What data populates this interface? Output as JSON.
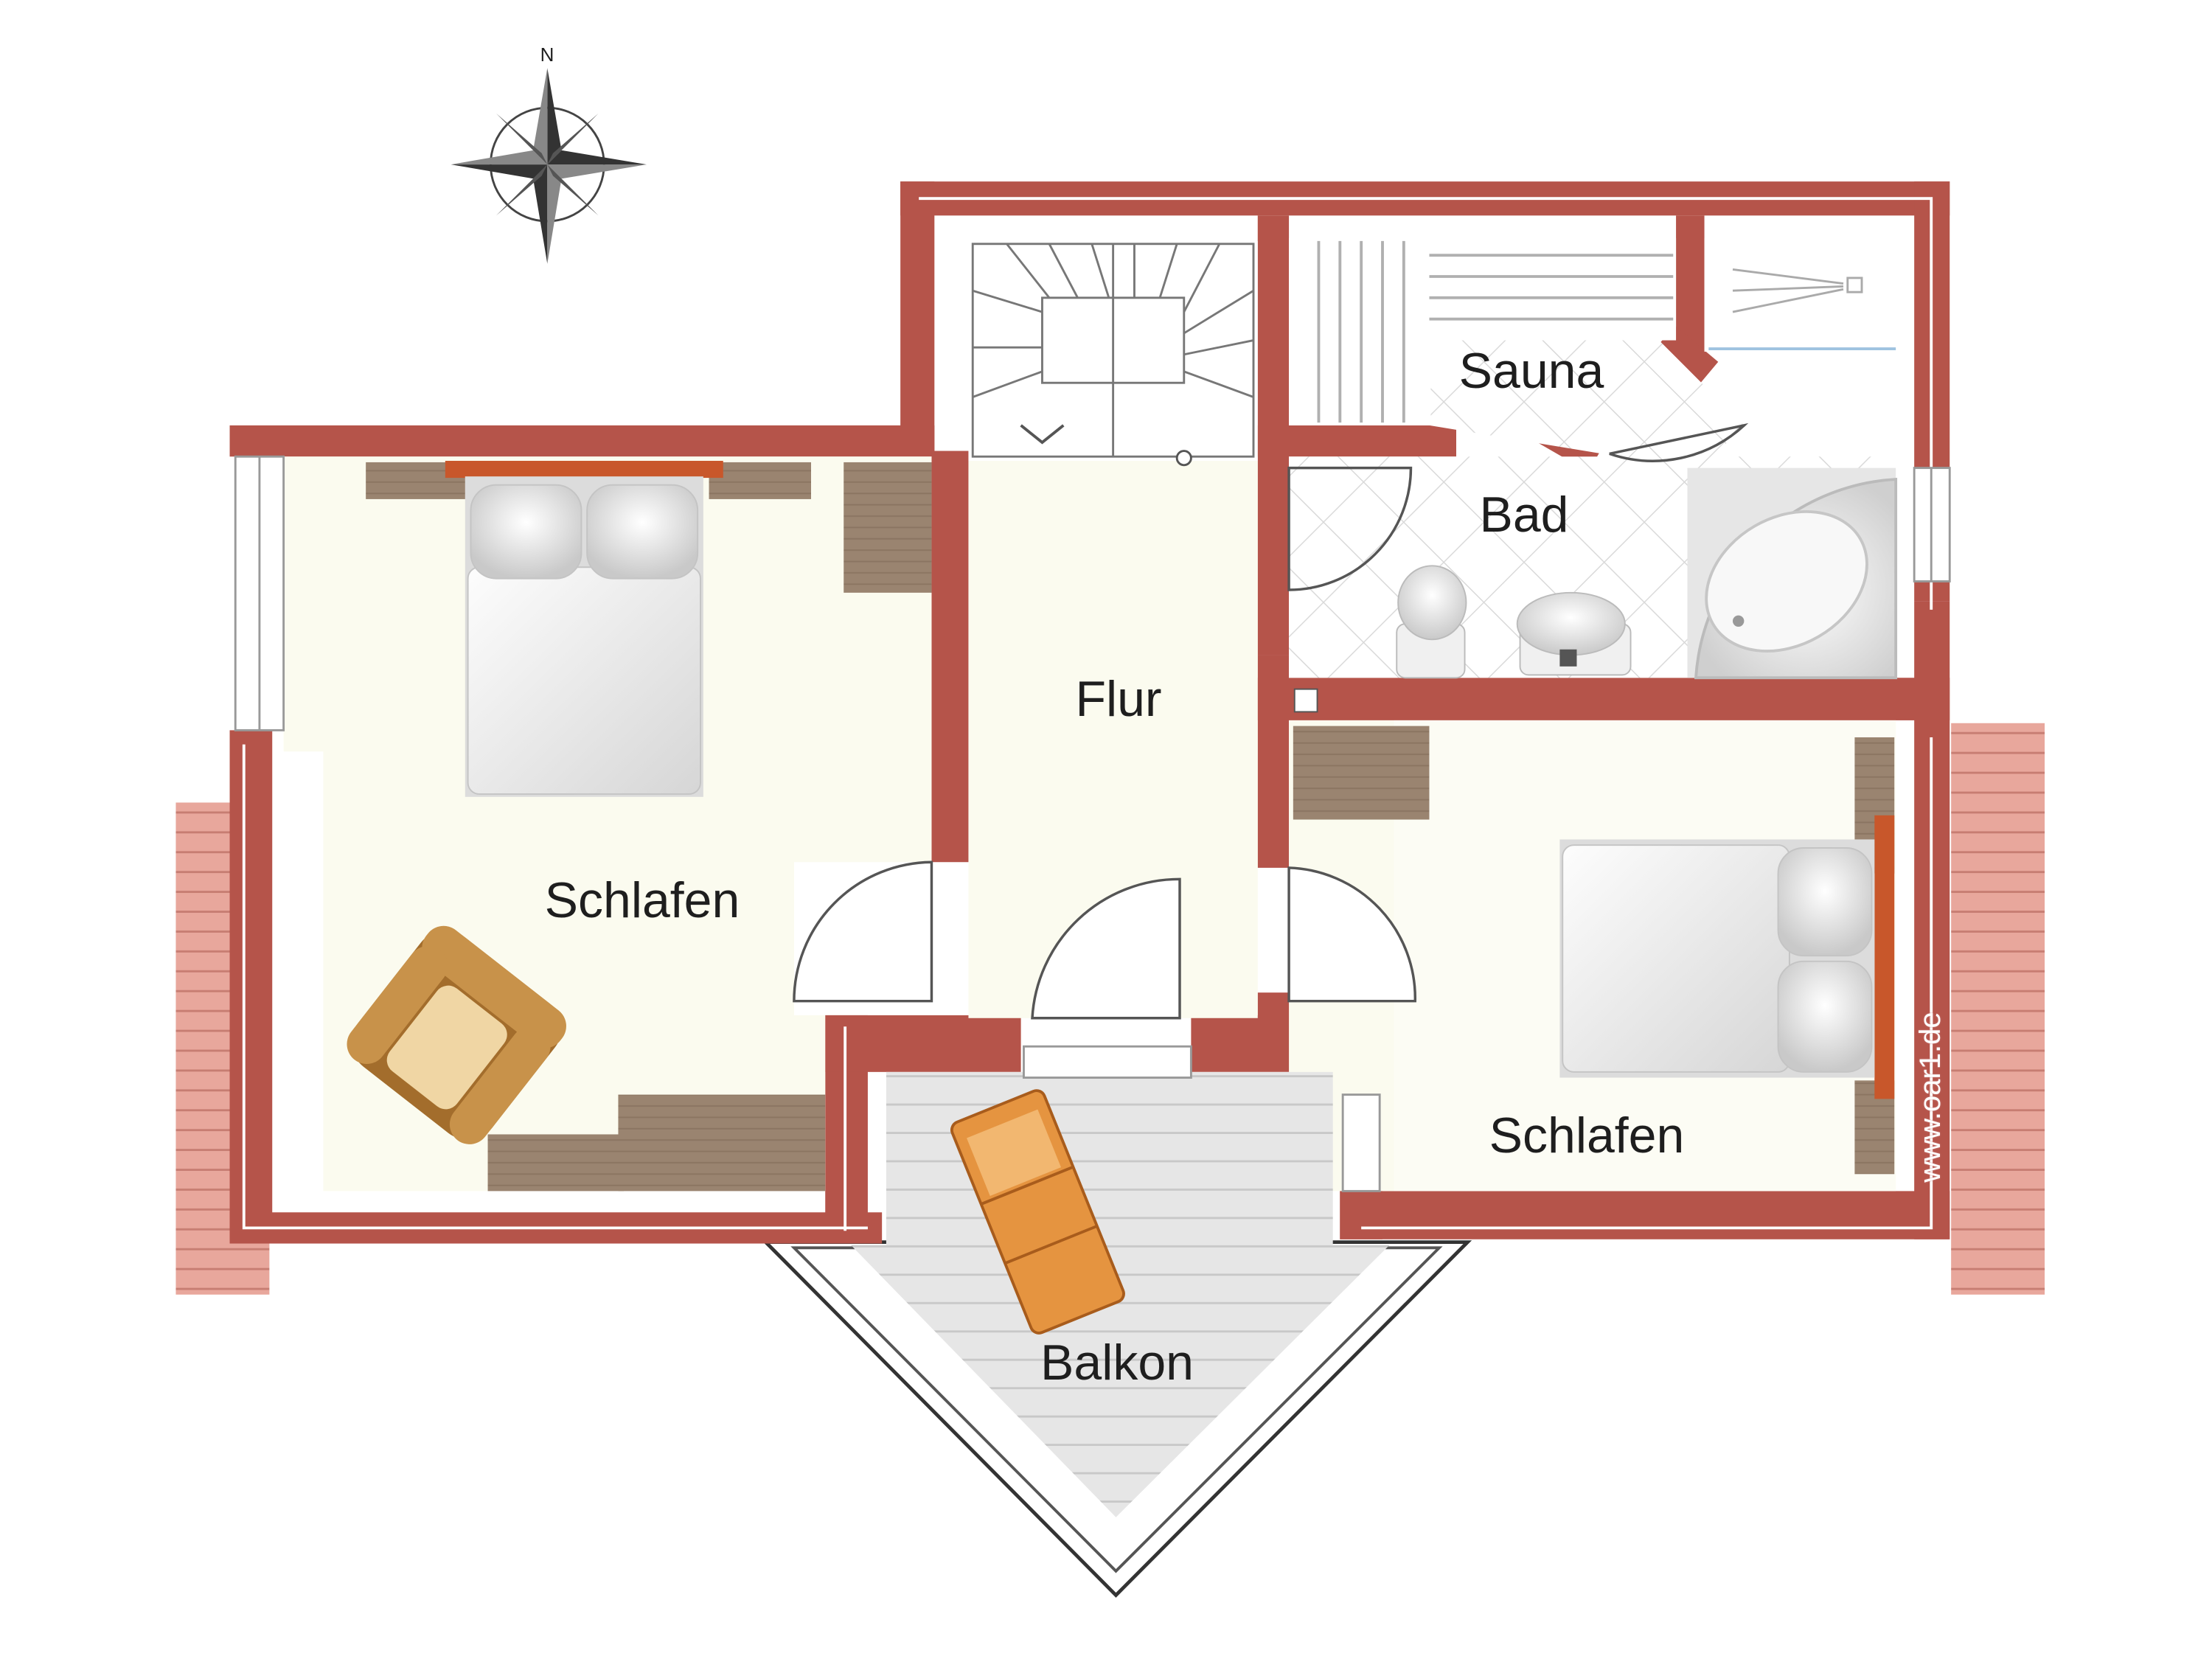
{
  "colors": {
    "wall": "#b5544a",
    "wall_light": "#e8a79c",
    "floor": "#fbfbef",
    "tile": "#ffffff",
    "wood": "#9a8470",
    "balcony_floor": "#e4e4e4",
    "bedding": "#f2f2f2",
    "headboard": "#c8572b",
    "armchair": "#b8823b",
    "lounger": "#e59440"
  },
  "compass": {
    "north_label": "N",
    "icon": "compass-rose-icon"
  },
  "rooms": {
    "schlafen_left": "Schlafen",
    "schlafen_right": "Schlafen",
    "flur": "Flur",
    "sauna": "Sauna",
    "bad": "Bad",
    "balkon": "Balkon"
  },
  "credit": "www.oar1.de"
}
